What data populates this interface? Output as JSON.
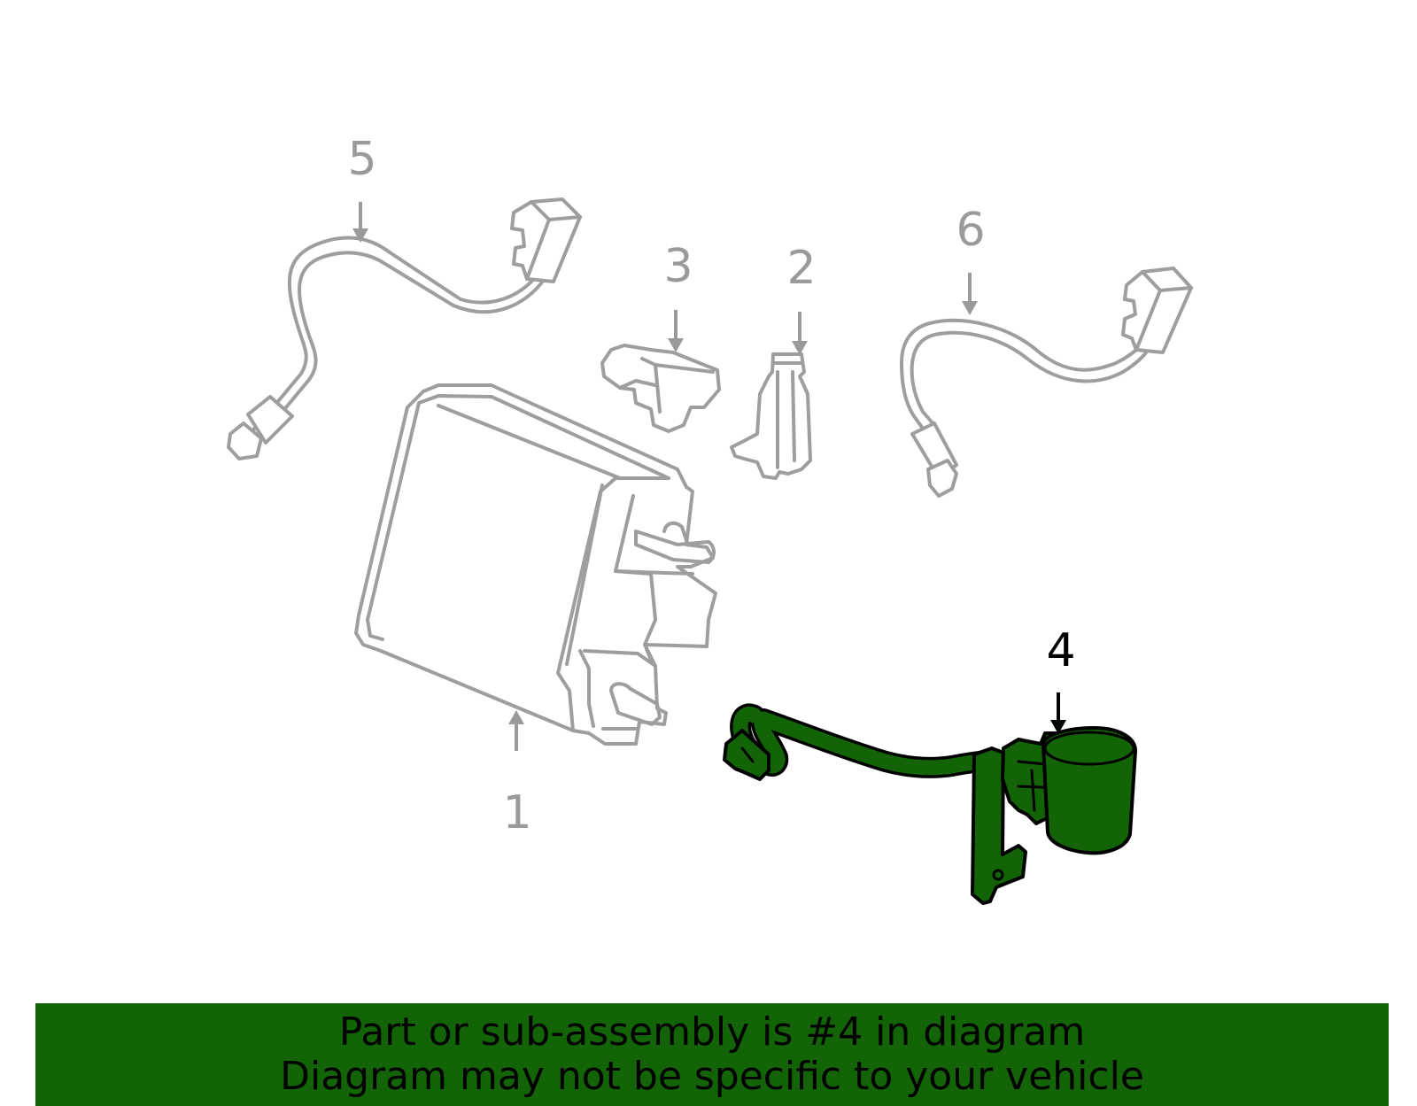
{
  "callouts": {
    "c1": "1",
    "c2": "2",
    "c3": "3",
    "c4": "4",
    "c5": "5",
    "c6": "6"
  },
  "highlighted_part": "4",
  "footer": {
    "line1": "Part or sub-assembly is #4 in diagram",
    "line2": "Diagram may not be specific to your vehicle"
  },
  "colors": {
    "highlight": "#136307",
    "footer_bg": "#136307",
    "dim_parts": "#9e9e9e",
    "active_text": "#000000"
  }
}
